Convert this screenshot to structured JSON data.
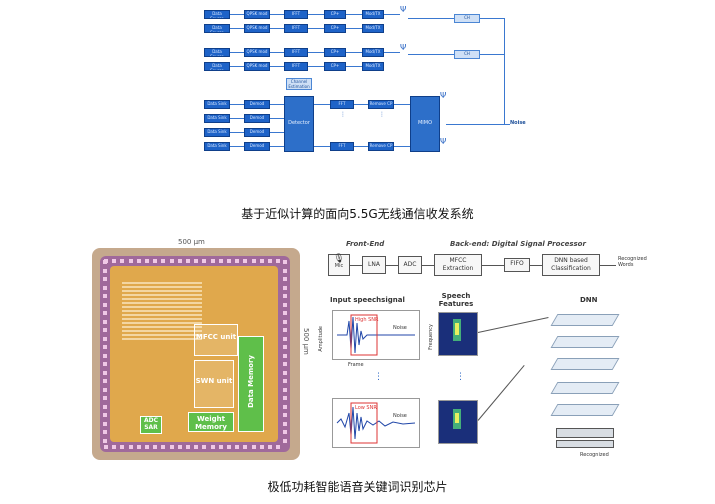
{
  "top_diagram": {
    "blocks_col1": [
      "Data Source",
      "Data Source",
      "Data Source",
      "Data Source"
    ],
    "blocks_col2": [
      "QPSK mod",
      "QPSK mod",
      "QPSK mod",
      "QPSK mod"
    ],
    "blocks_col3": [
      "IFFT",
      "IFFT",
      "IFFT",
      "IFFT"
    ],
    "blocks_col4": [
      "CP+",
      "CP+",
      "CP+",
      "CP+"
    ],
    "blocks_col5": [
      "Mod/TX",
      "Mod/TX",
      "Mod/TX",
      "Mod/TX"
    ],
    "channel_blocks": [
      "CH",
      "CH"
    ],
    "rx_col1": [
      "Data Sink",
      "Data Sink",
      "Data Sink",
      "Data Sink"
    ],
    "rx_col2": [
      "Demod",
      "Demod",
      "Demod",
      "Demod"
    ],
    "rx_core": "Detector",
    "rx_fft_top": "FFT",
    "rx_fft_bottom": "FFT",
    "rx_cp_top": "Remove CP",
    "rx_cp_bottom": "Remove CP",
    "rx_mimo": "MIMO",
    "rx_top_box": "Channel Estimation",
    "noise_label": "Noise"
  },
  "caption_top": "基于近似计算的面向5.5G无线通信收发系统",
  "chip": {
    "dim_top": "500 μm",
    "dim_right": "500 μm",
    "units": {
      "mfcc": "MFCC unit",
      "swn": "SWN unit",
      "data_memory": "Data Memory",
      "weight_memory": "Weight Memory",
      "adc_sar": "ADC SAR"
    }
  },
  "pipeline": {
    "front_end_title": "Front-End",
    "back_end_title": "Back-end: Digital Signal Processor",
    "fe_blocks": [
      "Mic",
      "LNA",
      "ADC"
    ],
    "be_blocks": [
      "MFCC Extraction",
      "FIFO",
      "DNN based Classification"
    ],
    "output_label": "Recognized Words",
    "input_title": "Input speechsignal",
    "features_title": "Speech Features",
    "dnn_title": "DNN",
    "high_snr": "High SNR",
    "low_snr": "Low SNR",
    "noise_tag": "Noise",
    "ylabel_amp": "Amplitude",
    "ylabel_freq": "Frequency",
    "xlabel_time": "Frame",
    "bottom_label": "Recognized"
  },
  "caption_bottom": "极低功耗智能语音关键词识别芯片",
  "colors": {
    "diagram_blue": "#1e63c8",
    "chip_core": "#e0a84c",
    "chip_die": "#a0699b",
    "unit_green": "#5fbf4a"
  }
}
